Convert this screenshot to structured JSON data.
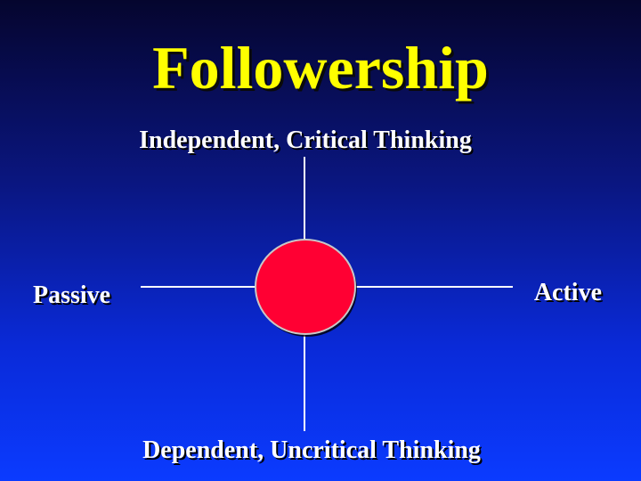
{
  "slide": {
    "title": "Followership",
    "axes": {
      "top_label": "Independent, Critical Thinking",
      "bottom_label": "Dependent, Uncritical Thinking",
      "left_label": "Passive",
      "right_label": "Active"
    }
  },
  "colors": {
    "title": "#ffff00",
    "labels": "#ffffff",
    "circle_fill": "#ff0033",
    "lines": "#ffffff",
    "background_top": "#05052e",
    "background_bottom": "#0b3bff"
  }
}
